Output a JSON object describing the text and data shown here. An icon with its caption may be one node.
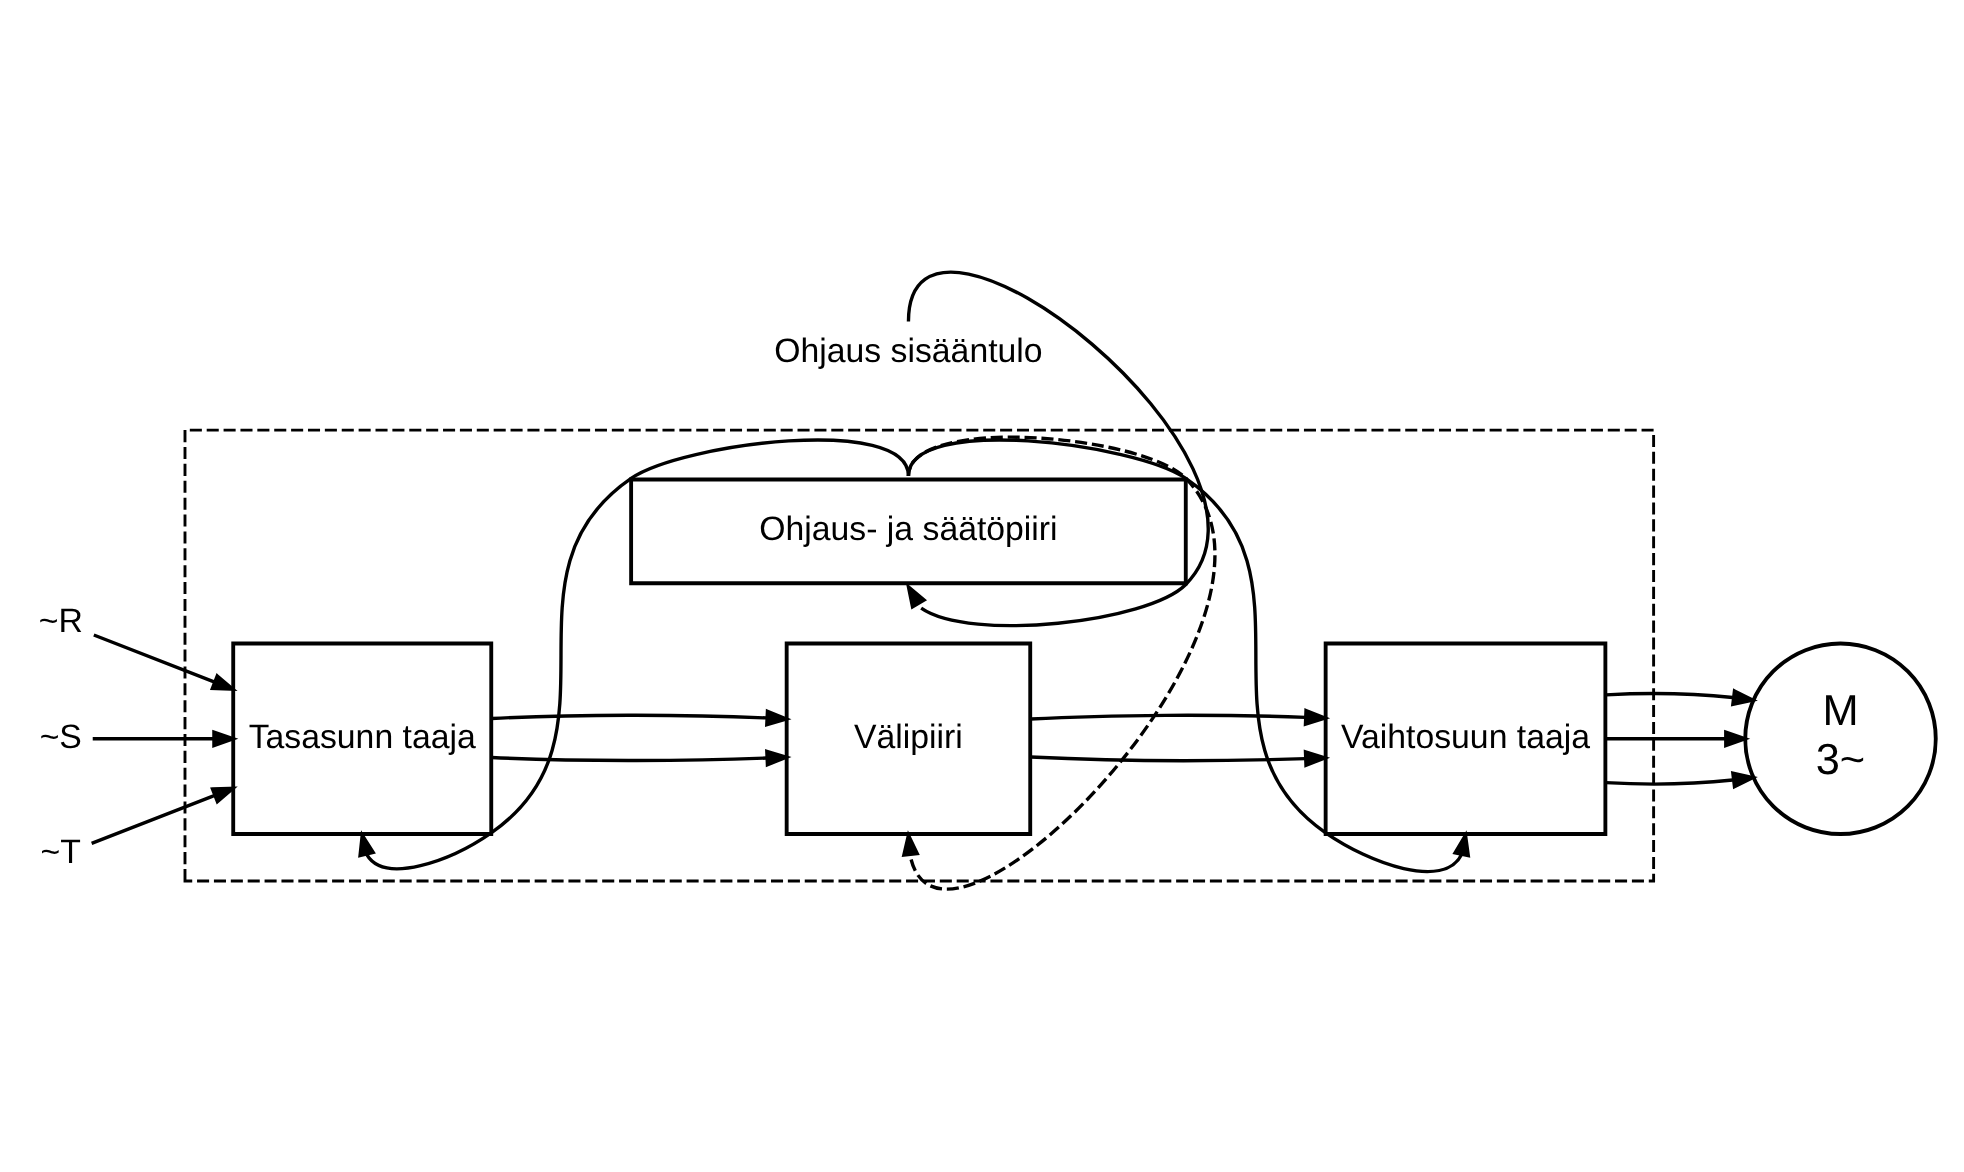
{
  "diagram": {
    "nodes": [
      {
        "text": [],
        "shape": "box"
      },
      {
        "text": [
          "~R"
        ]
      },
      {
        "text": [
          "~S"
        ]
      },
      {
        "text": [
          "~T"
        ]
      },
      {
        "text": [
          "Tasasunn taaja"
        ],
        "in": 0
      },
      {
        "text": [
          "Välipiiri"
        ],
        "in": 0
      },
      {
        "text": [
          "Vaihtosuun taaja"
        ],
        "in": 0
      },
      {
        "text": [
          "M",
          "3~"
        ]
      },
      {
        "text": [
          "Ohjaus- ja säätöpiiri"
        ],
        "in": 0
      },
      {
        "text": [
          "Ohjaus sisääntulo"
        ]
      }
    ],
    "edges": [
      {
        "from": 1,
        "to": 4,
        "arrow": "to"
      },
      {
        "from": 2,
        "to": 4,
        "arrow": "to"
      },
      {
        "from": 3,
        "to": 4,
        "arrow": "to"
      },
      {
        "from": 4,
        "to": 5,
        "arrow": "to"
      },
      {
        "from": 4,
        "to": 5,
        "arrow": "to"
      },
      {
        "from": 5,
        "to": 6,
        "arrow": "to"
      },
      {
        "from": 5,
        "to": 6,
        "arrow": "to"
      },
      {
        "from": 6,
        "to": 7,
        "arrow": "to"
      },
      {
        "from": 6,
        "to": 7,
        "arrow": "to"
      },
      {
        "from": 6,
        "to": 7,
        "arrow": "to"
      },
      {
        "from": 8,
        "to": 4,
        "arrow": "to"
      },
      {
        "from": 8,
        "to": 5,
        "arrow": "to",
        "style": "dashed"
      },
      {
        "from": 8,
        "to": 6,
        "arrow": "to"
      },
      {
        "from": 9,
        "to": 8,
        "arrow": "to"
      }
    ]
  }
}
